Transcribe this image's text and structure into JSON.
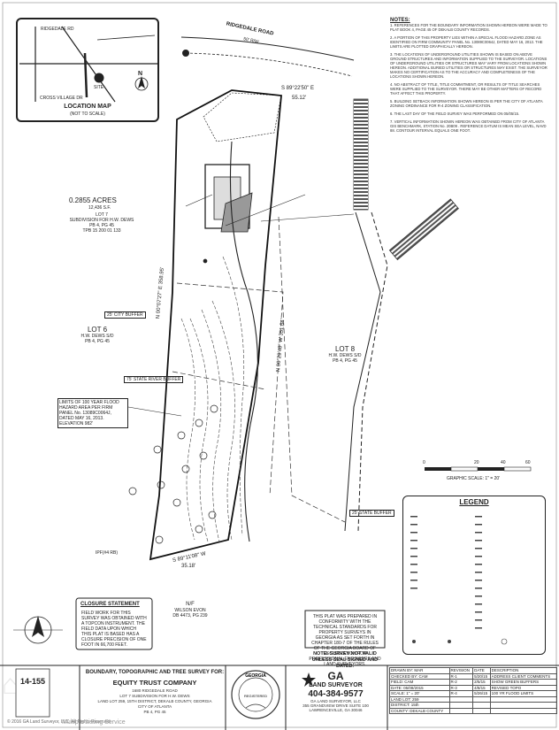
{
  "location_map": {
    "title": "LOCATION MAP",
    "subtitle": "(NOT TO SCALE)",
    "north": "N",
    "roads": [
      "RIDGEDALE RD",
      "CROSS VILLAGE DR",
      "SITE"
    ]
  },
  "road": {
    "name": "RIDGEDALE ROAD",
    "rw": "50' R/W"
  },
  "notes": {
    "title": "NOTES:",
    "items": [
      "1. REFERENCES FOR THE BOUNDARY INFORMATION SHOWN HEREON WERE MADE TO PLAT BOOK 4, PAGE 45 OF DEKALB COUNTY RECORDS.",
      "2. A PORTION OF THIS PROPERTY LIES WITHIN A SPECIAL FLOOD HAZARD ZONE AS IDENTIFIED ON FIRM COMMUNITY PANEL No. 13089C0064J, DATED MAY 16, 2013. THE LIMITS ARE PLOTTED GRAPHICALLY HEREON.",
      "3. THE LOCATIONS OF UNDERGROUND UTILITIES SHOWN IS BASED ON ABOVE GROUND STRUCTURES AND INFORMATION SUPPLIED TO THE SURVEYOR. LOCATIONS OF UNDERGROUND UTILITIES OR STRUCTURES MAY VARY FROM LOCATIONS SHOWN HEREON. ADDITIONAL BURIED UTILITIES OR STRUCTURES MAY EXIST. THE SURVEYOR MAKES NO CERTIFICATION AS TO THE ACCURACY AND COMPLETENESS OF THE LOCATIONS SHOWN HEREON.",
      "4. NO ABSTRACT OF TITLE, TITLE COMMITMENT, OR RESULTS OF TITLE SEARCHES WERE SUPPLIED TO THE SURVEYOR. THERE MAY BE OTHER MATTERS OF RECORD THAT AFFECT THIS PROPERTY.",
      "5. BUILDING SETBACK INFORMATION SHOWN HEREON IS PER THE CITY OF ATLANTA ZONING ORDINANCE FOR R-4 ZONING CLASSIFICATION.",
      "6. THE LAST DAY OF THE FIELD SURVEY WAS PERFORMED ON 05/05/15.",
      "7. VERTICAL INFORMATION SHOWN HEREON WAS OBTAINED FROM CITY OF ATLANTA GIS BENCHMARK, STATION No. 20B09 . REFERENCE DATUM IS MEAN SEA LEVEL, NAVD 88. CONTOUR INTERVAL EQUALS ONE FOOT."
    ]
  },
  "plat": {
    "acreage": "0.2855 ACRES",
    "area_sf": "12,436 S.F.",
    "lot7_lines": [
      "LOT 7",
      "SUBDIVISION FOR H.W. DEWS",
      "PB 4, PG 45",
      "TPB 15 200 01 133"
    ],
    "lot6_left": [
      "LOT 6",
      "H.W. DEWS S/D",
      "PB 4, PG 45"
    ],
    "lot8_right": [
      "LOT 8",
      "H.W. DEWS S/D",
      "PB 4, PG 45"
    ],
    "bearing_top": "S 89°22'50\" E",
    "dist_top": "55.12'",
    "bearing_bottom": "S 89°11'08\" W",
    "dist_bottom": "35.18'",
    "bearing_right": "N 00°29'48\" W 351.64'",
    "bearing_left": "N 00°07'27\" E 358.95'",
    "flood_note": "LIMITS OF 100 YEAR FLOOD HAZARD AREA PER FIRM PANEL No. 13089C0064J, DATED MAY 16, 2013. ELEVATION 982'",
    "buffer_labels": [
      "25' CITY BUFFER",
      "75' STATE RIVER BUFFER",
      "25' STATE BUFFER"
    ],
    "nf_lines": [
      "N/F",
      "WILSON EVON",
      "DB 4473, PG 239"
    ],
    "ipf_label": "IPF(#4 RB)"
  },
  "scale": {
    "ticks": [
      "0",
      "20",
      "40",
      "60"
    ],
    "label": "GRAPHIC SCALE: 1\" = 20'"
  },
  "legend": {
    "title": "LEGEND"
  },
  "closure": {
    "title": "CLOSURE STATEMENT",
    "text": "FIELD WORK FOR THIS SURVEY WAS OBTAINED WITH A TOPCON INSTRUMENT. THE FIELD DATA UPON WHICH THIS PLAT IS BASED HAS A CLOSURE PRECISION OF ONE FOOT IN 66,700 FEET."
  },
  "certification": {
    "text": "THIS PLAT WAS PREPARED IN CONFORMITY WITH THE TECHNICAL STANDARDS FOR PROPERTY SURVEYS IN GEORGIA AS SET FORTH IN CHAPTER 180-7 OF THE RULES OF THE GEORGIA BOARD OF REGISTRATION FOR PROFESSIONAL ENGINEERS AND LAND SURVEYORS.",
    "notice": "NOTE: SURVEY NOT VALID UNLESS SEAL SIGNED AND DATED."
  },
  "title_block": {
    "survey_title": "BOUNDARY, TOPOGRAPHIC AND TREE SURVEY FOR:",
    "client": "EQUITY TRUST COMPANY",
    "details": [
      "1680 RIDGEDALE ROAD",
      "LOT 7 SUBDIVISION FOR H.W. DEWS",
      "LAND LOT 259, 15TH DISTRICT, DEKALB COUNTY, GEORGIA",
      "CITY OF ATLANTA",
      "PB 4, PG 45"
    ],
    "firm_lines": [
      "GA",
      "LAND SURVEYOR",
      "404-384-9577",
      "GA LAND SURVEYOR, LLC",
      "355 GRANDVIEW DRIVE SUITE 100 LAWRENCEVILLE, GA 30046"
    ],
    "project_id": "14-155",
    "rows": [
      [
        "DRAWN BY: MAR",
        "REVISION",
        "DATE",
        "DESCRIPTION"
      ],
      [
        "CHECKED BY: CAM",
        "R-1",
        "5/20/15",
        "ADDRESS CLIENT COMMENTS"
      ],
      [
        "FIELD: CAM",
        "R-2",
        "2/5/15",
        "SHOW GREEN BUFFERS"
      ],
      [
        "DATE: 05/08/2015",
        "R-3",
        "4/8/15",
        "REVISED TOPO"
      ],
      [
        "SCALE: 1\" = 20'",
        "R-4",
        "5/26/15",
        "100 YR FLOOD LIMITS"
      ],
      [
        "LAND LOT: 259",
        "",
        "",
        ""
      ],
      [
        "DISTRICT: 15th",
        "",
        "",
        ""
      ],
      [
        "COUNTY: DEKALB COUNTY",
        "",
        "",
        ""
      ]
    ]
  },
  "watermark": "© 2016 GA Land Surveyor, LLC. All Rights Reserved.",
  "bottom_watermark": "Multiple Listing Service"
}
